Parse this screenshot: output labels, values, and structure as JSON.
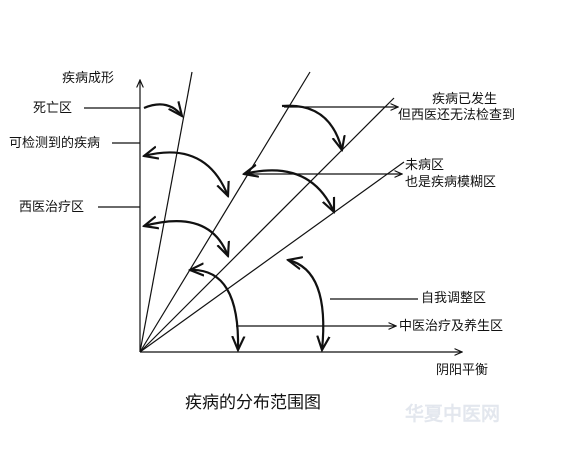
{
  "diagram": {
    "y_axis_label": "疾病成形",
    "x_axis_label": "阴阳平衡",
    "title": "疾病的分布范围图",
    "left_labels": {
      "death": "死亡区",
      "detectable": "可检测到的疾病",
      "western_treatment": "西医治疗区"
    },
    "right_labels": {
      "occurred_line1": "疾病已发生",
      "occurred_line2": "但西医还无法检查到",
      "prediseased_line1": "未病区",
      "prediseased_line2": "也是疾病模糊区",
      "self_adjust": "自我调整区",
      "tcm_wellness": "中医治疗及养生区"
    },
    "watermark": "华夏中医网"
  }
}
